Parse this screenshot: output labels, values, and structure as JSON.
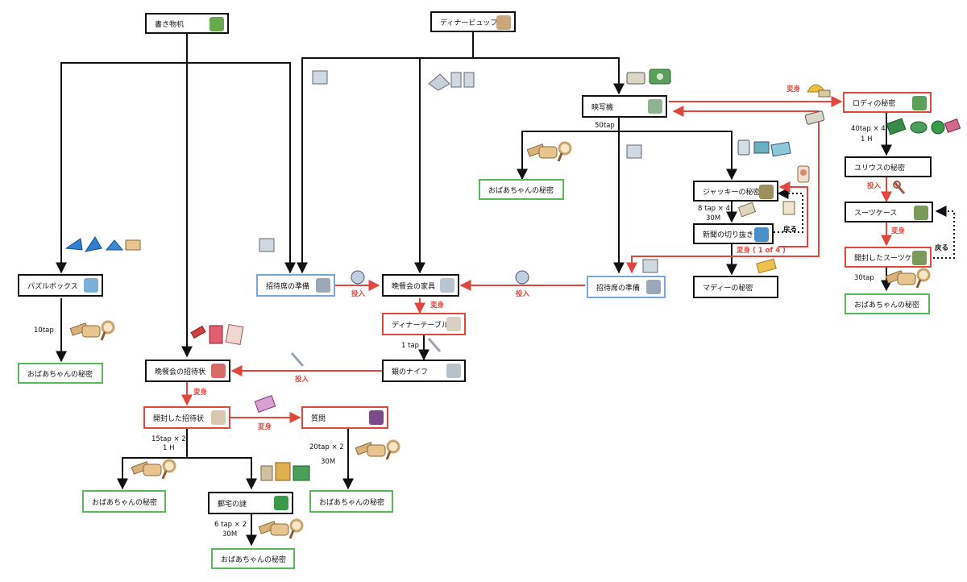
{
  "nodes": [
    {
      "id": "n1",
      "text": "書き物机",
      "style": "black",
      "icon_color": "#6aa84f"
    },
    {
      "id": "n2",
      "text": "ディナービュッフェ",
      "style": "black",
      "icon_color": "#c9a77a"
    },
    {
      "id": "n3",
      "text": "映写機",
      "style": "black",
      "icon_color": "#8fb38f"
    },
    {
      "id": "n4",
      "text": "ロディの秘密",
      "style": "red",
      "icon_color": "#5aa05a"
    },
    {
      "id": "n5",
      "text": "おばあちゃんの秘密",
      "style": "green",
      "icon_color": ""
    },
    {
      "id": "n6",
      "text": "ジャッキーの秘密",
      "style": "black",
      "icon_color": "#9b8f5c"
    },
    {
      "id": "n7",
      "text": "新聞の切り抜き",
      "style": "black",
      "icon_color": "#4a90c8"
    },
    {
      "id": "n8",
      "text": "ユリウスの秘密",
      "style": "black",
      "icon_color": ""
    },
    {
      "id": "n9",
      "text": "スーツケース",
      "style": "black",
      "icon_color": "#7a9a5a"
    },
    {
      "id": "n10",
      "text": "開封したスーツケース",
      "style": "red",
      "icon_color": "#7a9a5a"
    },
    {
      "id": "n11",
      "text": "おばあちゃんの秘密",
      "style": "green",
      "icon_color": ""
    },
    {
      "id": "n12",
      "text": "パズルボックス",
      "style": "black",
      "icon_color": "#7ab0d8"
    },
    {
      "id": "n13",
      "text": "招待席の準備",
      "style": "blue",
      "icon_color": "#9aa8b8"
    },
    {
      "id": "n14",
      "text": "晩餐会の家具",
      "style": "black",
      "icon_color": "#b8c4d0"
    },
    {
      "id": "n15",
      "text": "招待席の準備",
      "style": "blue",
      "icon_color": "#9aa8b8"
    },
    {
      "id": "n16",
      "text": "マディーの秘密",
      "style": "black",
      "icon_color": ""
    },
    {
      "id": "n17",
      "text": "ディナーテーブル",
      "style": "red",
      "icon_color": "#d8d0c0"
    },
    {
      "id": "n18",
      "text": "おばあちゃんの秘密",
      "style": "green",
      "icon_color": ""
    },
    {
      "id": "n19",
      "text": "銀のナイフ",
      "style": "black",
      "icon_color": "#b8c0c8"
    },
    {
      "id": "n20",
      "text": "晩餐会の招待状",
      "style": "black",
      "icon_color": "#d86a6a"
    },
    {
      "id": "n21",
      "text": "開封した招待状",
      "style": "red",
      "icon_color": "#d8c8b0"
    },
    {
      "id": "n22",
      "text": "質問",
      "style": "red",
      "icon_color": "#7a4a8a"
    },
    {
      "id": "n23",
      "text": "おばあちゃんの秘密",
      "style": "green",
      "icon_color": ""
    },
    {
      "id": "n24",
      "text": "郵宅の謎",
      "style": "black",
      "icon_color": "#3a9a4a"
    },
    {
      "id": "n25",
      "text": "おばあちゃんの秘密",
      "style": "green",
      "icon_color": ""
    },
    {
      "id": "n26",
      "text": "おばあちゃんの秘密",
      "style": "green",
      "icon_color": ""
    }
  ],
  "labels": [
    {
      "id": "l1",
      "text": "50tap",
      "style": "black"
    },
    {
      "id": "l2",
      "text": "変身",
      "style": "red"
    },
    {
      "id": "l3",
      "text": "40tap × 4",
      "style": "black"
    },
    {
      "id": "l4",
      "text": "1 H",
      "style": "black"
    },
    {
      "id": "l5",
      "text": "投入",
      "style": "red"
    },
    {
      "id": "l6",
      "text": "変身",
      "style": "red"
    },
    {
      "id": "l7",
      "text": "戻る",
      "style": "bold"
    },
    {
      "id": "l8",
      "text": "30tap",
      "style": "black"
    },
    {
      "id": "l9",
      "text": "8 tap × 4",
      "style": "black"
    },
    {
      "id": "l10",
      "text": "30M",
      "style": "black"
    },
    {
      "id": "l11",
      "text": "戻る",
      "style": "bold"
    },
    {
      "id": "l12",
      "text": "変身 ( 1 of 4 )",
      "style": "red"
    },
    {
      "id": "l13",
      "text": "投入",
      "style": "red"
    },
    {
      "id": "l14",
      "text": "投入",
      "style": "red"
    },
    {
      "id": "l15",
      "text": "変身",
      "style": "red"
    },
    {
      "id": "l16",
      "text": "1 tap",
      "style": "black"
    },
    {
      "id": "l17",
      "text": "10tap",
      "style": "black"
    },
    {
      "id": "l18",
      "text": "投入",
      "style": "red"
    },
    {
      "id": "l19",
      "text": "変身",
      "style": "red"
    },
    {
      "id": "l20",
      "text": "変身",
      "style": "red"
    },
    {
      "id": "l21",
      "text": "15tap × 2",
      "style": "black"
    },
    {
      "id": "l22",
      "text": "1 H",
      "style": "black"
    },
    {
      "id": "l23",
      "text": "20tap × 2",
      "style": "black"
    },
    {
      "id": "l24",
      "text": "30M",
      "style": "black"
    },
    {
      "id": "l25",
      "text": "6 tap × 2",
      "style": "black"
    },
    {
      "id": "l26",
      "text": "30M",
      "style": "black"
    }
  ],
  "colors": {
    "black_edge": "#111111",
    "red_edge": "#e0473e",
    "green_box": "#5cb85c",
    "blue_box": "#7aa6e0"
  }
}
